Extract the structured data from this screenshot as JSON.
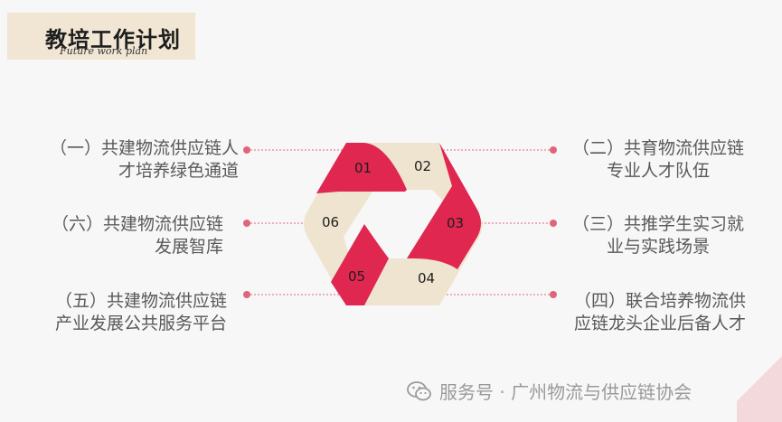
{
  "header": {
    "title": "教培工作计划",
    "subtitle": "Future work plan"
  },
  "diagram": {
    "segments": [
      {
        "label": "01",
        "color": "#df2750"
      },
      {
        "label": "02",
        "color": "#efe4d0"
      },
      {
        "label": "03",
        "color": "#df2750"
      },
      {
        "label": "04",
        "color": "#efe4d0"
      },
      {
        "label": "05",
        "color": "#df2750"
      },
      {
        "label": "06",
        "color": "#efe4d0"
      }
    ],
    "items": [
      {
        "line1": "（一）共建物流供应链人",
        "line2": "才培养绿色通道"
      },
      {
        "line1": "（二）共育物流供应链",
        "line2": "专业人才队伍"
      },
      {
        "line1": "（三）共推学生实习就",
        "line2": "业与实践场景"
      },
      {
        "line1": "（四）联合培养物流供",
        "line2": "应链龙头企业后备人才"
      },
      {
        "line1": "（五）共建物流供应链",
        "line2": "产业发展公共服务平台"
      },
      {
        "line1": "（六）共建物流供应链",
        "line2": "发展智库"
      }
    ],
    "connector_color": "#e0647a"
  },
  "watermark": {
    "text": "服务号 · 广州物流与供应链协会",
    "icon": "wechat-icon"
  }
}
